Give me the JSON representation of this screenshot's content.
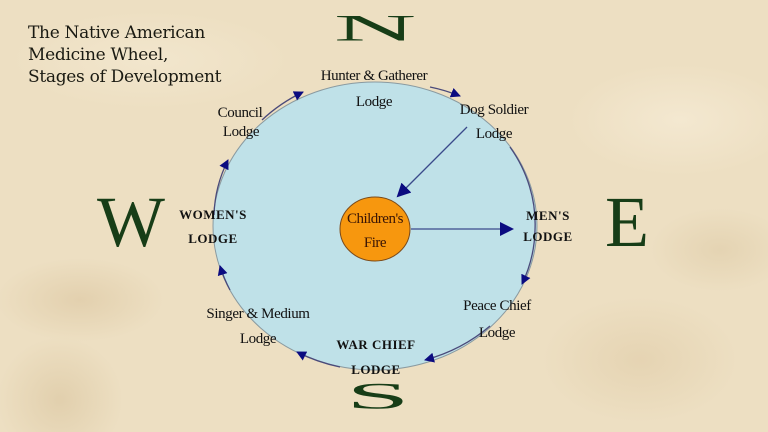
{
  "title": {
    "lines": [
      "The Native American",
      "Medicine Wheel,",
      "Stages of Development"
    ]
  },
  "compass": {
    "north": "N",
    "south": "S",
    "east": "E",
    "west": "W"
  },
  "center": {
    "line1": "Children's",
    "line2": "Fire"
  },
  "lodges": {
    "hunter": {
      "line1": "Hunter & Gatherer",
      "line2": "Lodge"
    },
    "dog_soldier": {
      "line1": "Dog Soldier",
      "line2": "Lodge"
    },
    "mens": {
      "line1": "MEN'S",
      "line2": "LODGE"
    },
    "peace_chief": {
      "line1": "Peace Chief",
      "line2": "Lodge"
    },
    "war_chief": {
      "line1": "WAR CHIEF",
      "line2": "LODGE"
    },
    "singer": {
      "line1": "Singer & Medium",
      "line2": "Lodge"
    },
    "womens": {
      "line1": "WOMEN'S",
      "line2": "LODGE"
    },
    "council": {
      "line1": "Council",
      "line2": "Lodge"
    }
  },
  "colors": {
    "wheel_fill": "#bfe1e8",
    "fire_fill": "#f7970e",
    "arrow": "#0b0b80",
    "compass_letters": "#173d17",
    "background": "#eddfc2"
  }
}
